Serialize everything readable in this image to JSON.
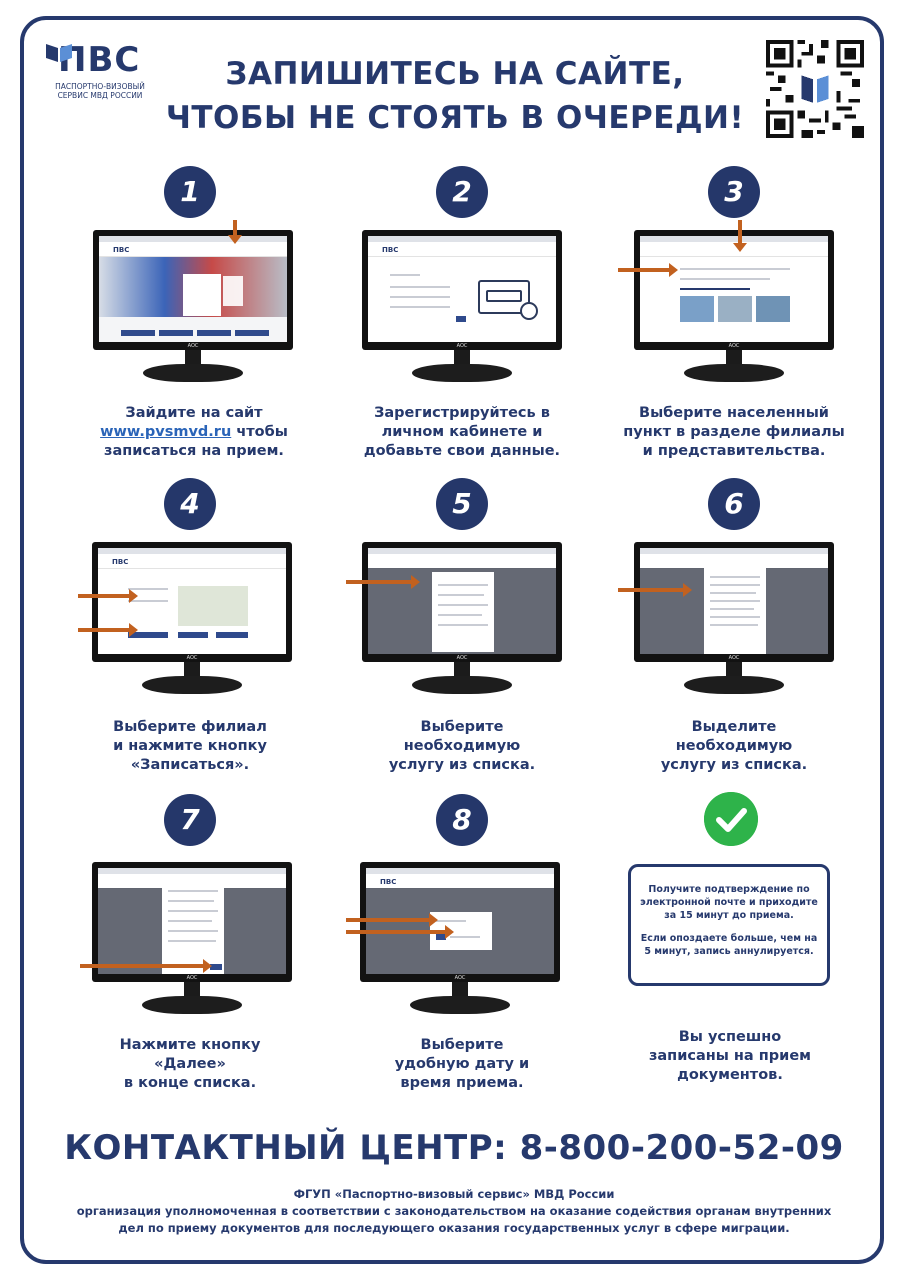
{
  "header": {
    "logo_text": "ПВС",
    "logo_sub_1": "ПАСПОРТНО-ВИЗОВЫЙ",
    "logo_sub_2": "СЕРВИС МВД РОССИИ",
    "title_line1": "ЗАПИШИТЕСЬ НА САЙТЕ,",
    "title_line2": "ЧТОБЫ НЕ СТОЯТЬ В ОЧЕРЕДИ!"
  },
  "steps": [
    {
      "number": "1",
      "caption_1": "Зайдите на сайт",
      "link": "www.pvsmvd.ru",
      "caption_2": " чтобы",
      "caption_3": "записаться на прием."
    },
    {
      "number": "2",
      "caption_1": "Зарегистрируйтесь в",
      "caption_2": "личном кабинете и",
      "caption_3": "добавьте свои данные."
    },
    {
      "number": "3",
      "caption_1": "Выберите населенный",
      "caption_2": "пункт в разделе филиалы",
      "caption_3": "и представительства."
    },
    {
      "number": "4",
      "caption_1": "Выберите филиал",
      "caption_2": "и нажмите кнопку",
      "caption_3": "«Записаться»."
    },
    {
      "number": "5",
      "caption_1": "Выберите",
      "caption_2": "необходимую",
      "caption_3": "услугу из списка."
    },
    {
      "number": "6",
      "caption_1": "Выделите",
      "caption_2": "необходимую",
      "caption_3": "услугу из списка."
    },
    {
      "number": "7",
      "caption_1": "Нажмите кнопку",
      "caption_2": "«Далее»",
      "caption_3": "в конце списка."
    },
    {
      "number": "8",
      "caption_1": "Выберите",
      "caption_2": "удобную дату и",
      "caption_3": "время приема."
    }
  ],
  "final": {
    "box_p1": "Получите подтверждение по электронной почте и приходите за 15 минут до приема.",
    "box_p2": "Если опоздаете больше, чем на 5 минут, запись аннулируется.",
    "caption_1": "Вы успешно",
    "caption_2": "записаны на прием",
    "caption_3": "документов."
  },
  "monitor_brand": "AOC",
  "contact": "КОНТАКТНЫЙ ЦЕНТР: 8-800-200-52-09",
  "footer": {
    "line1": "ФГУП «Паспортно-визовый сервис» МВД России",
    "line2": "организация уполномоченная в соответствии с законодательством на оказание содействия органам внутренних",
    "line3": "дел по приему документов для последующего оказания государственных услуг в сфере миграции."
  },
  "colors": {
    "navy": "#26396d",
    "orange_arrow": "#c2611f",
    "check_green": "#2eb34a",
    "link_blue": "#2a64b8"
  }
}
